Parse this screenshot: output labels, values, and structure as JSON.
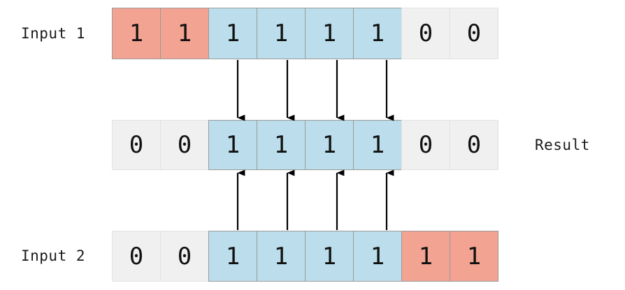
{
  "diagram": {
    "title": "bitwise-and-alignment",
    "colors": {
      "highlight_blue": "#bcdeec",
      "highlight_salmon": "#f3a391",
      "inactive_gray": "#f0f0f0",
      "cell_border_active": "#9a9a9a",
      "cell_border_inactive": "#e2e2e2",
      "arrow": "#000000",
      "text": "#111111"
    }
  },
  "rows": [
    {
      "id": "input-1",
      "label": "Input 1",
      "label_side": "left",
      "cells": [
        {
          "value": "1",
          "state": "salmon"
        },
        {
          "value": "1",
          "state": "salmon"
        },
        {
          "value": "1",
          "state": "blue"
        },
        {
          "value": "1",
          "state": "blue"
        },
        {
          "value": "1",
          "state": "blue"
        },
        {
          "value": "1",
          "state": "blue"
        },
        {
          "value": "0",
          "state": "zero"
        },
        {
          "value": "0",
          "state": "zero"
        }
      ]
    },
    {
      "id": "result",
      "label": "Result",
      "label_side": "right",
      "cells": [
        {
          "value": "0",
          "state": "zero"
        },
        {
          "value": "0",
          "state": "zero"
        },
        {
          "value": "1",
          "state": "blue"
        },
        {
          "value": "1",
          "state": "blue"
        },
        {
          "value": "1",
          "state": "blue"
        },
        {
          "value": "1",
          "state": "blue"
        },
        {
          "value": "0",
          "state": "zero"
        },
        {
          "value": "0",
          "state": "zero"
        }
      ]
    },
    {
      "id": "input-2",
      "label": "Input 2",
      "label_side": "left",
      "cells": [
        {
          "value": "0",
          "state": "zero"
        },
        {
          "value": "0",
          "state": "zero"
        },
        {
          "value": "1",
          "state": "blue"
        },
        {
          "value": "1",
          "state": "blue"
        },
        {
          "value": "1",
          "state": "blue"
        },
        {
          "value": "1",
          "state": "blue"
        },
        {
          "value": "1",
          "state": "salmon"
        },
        {
          "value": "1",
          "state": "salmon"
        }
      ]
    }
  ],
  "arrows": {
    "down": {
      "direction": "down",
      "from_row": "input-1",
      "to_row": "result",
      "cell_indices": [
        2,
        3,
        4,
        5
      ]
    },
    "up": {
      "direction": "up",
      "from_row": "input-2",
      "to_row": "result",
      "cell_indices": [
        2,
        3,
        4,
        5
      ]
    }
  }
}
